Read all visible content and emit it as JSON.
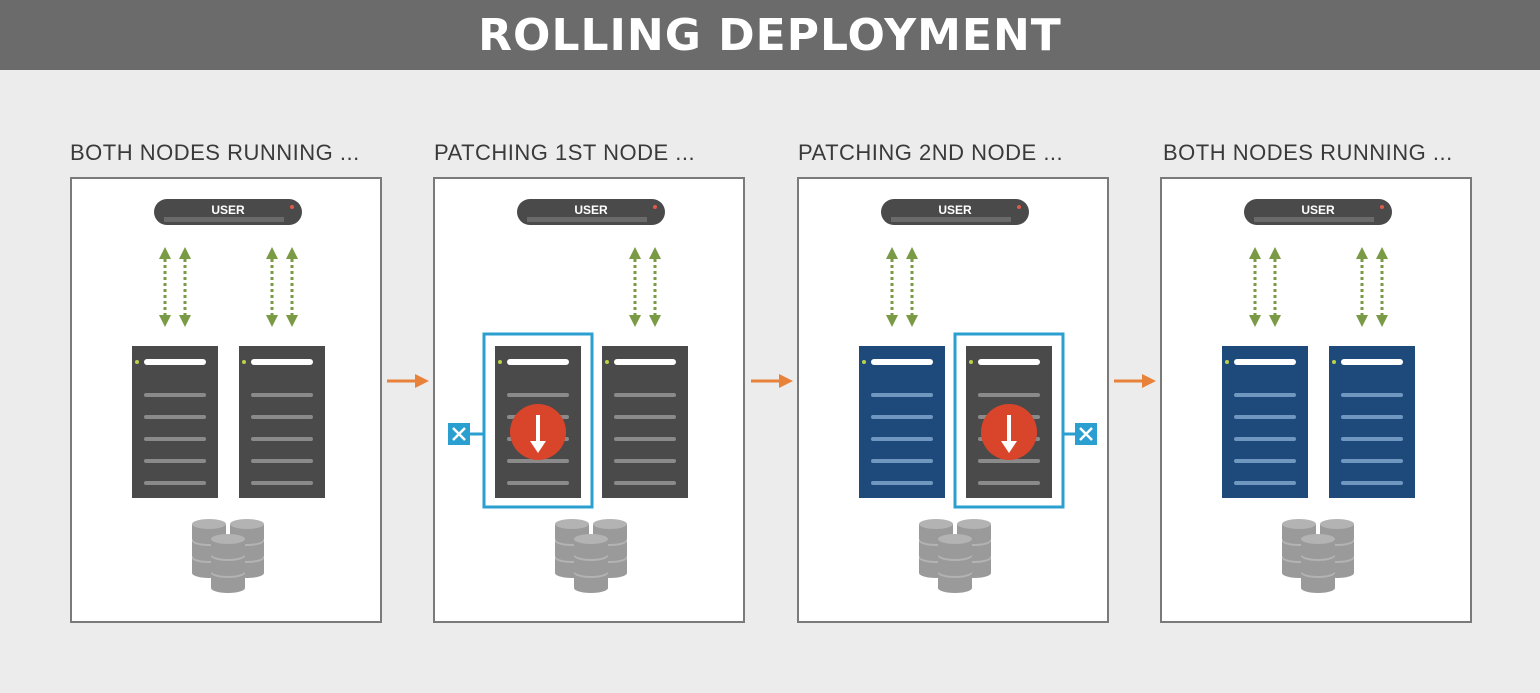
{
  "title": "ROLLING DEPLOYMENT",
  "stages": [
    {
      "label": "BOTH NODES RUNNING ...",
      "user_label": "USER",
      "nodes": [
        "old",
        "old"
      ],
      "traffic": [
        true,
        true
      ],
      "patching": null
    },
    {
      "label": "PATCHING 1ST NODE ...",
      "user_label": "USER",
      "nodes": [
        "old",
        "old"
      ],
      "traffic": [
        false,
        true
      ],
      "patching": 0
    },
    {
      "label": "PATCHING 2ND NODE ...",
      "user_label": "USER",
      "nodes": [
        "new",
        "old"
      ],
      "traffic": [
        true,
        false
      ],
      "patching": 1
    },
    {
      "label": "BOTH NODES RUNNING ...",
      "user_label": "USER",
      "nodes": [
        "new",
        "new"
      ],
      "traffic": [
        true,
        true
      ],
      "patching": null
    }
  ],
  "colors": {
    "banner": "#6b6b6b",
    "old_server": "#4a4a4a",
    "new_server": "#1d4a7a",
    "traffic_arrow": "#7a9a45",
    "flow_arrow": "#e8823a",
    "patch_badge": "#d9452b",
    "patch_frame": "#2b9fd0",
    "database": "#9a9a9a"
  },
  "icons": {
    "user": "user-terminal-icon",
    "server": "server-rack-icon",
    "patch": "download-patch-icon",
    "disconnect": "disconnect-x-icon",
    "database": "database-cluster-icon",
    "flow": "orange-arrow-icon"
  }
}
